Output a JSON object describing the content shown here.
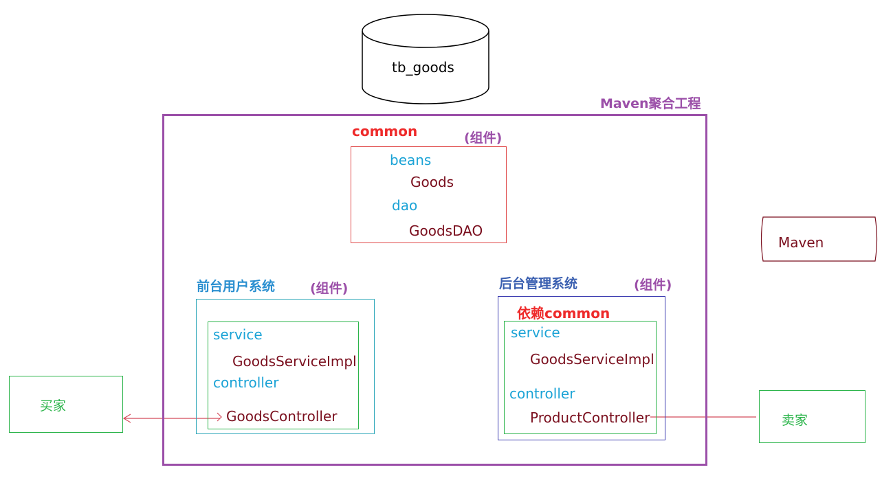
{
  "database": {
    "label": "tb_goods"
  },
  "maven_node": {
    "label": "Maven"
  },
  "aggregate": {
    "title": "Maven聚合工程"
  },
  "common": {
    "title": "common",
    "tag": "(组件)",
    "packages": [
      {
        "name": "beans",
        "classes": [
          "Goods"
        ]
      },
      {
        "name": "dao",
        "classes": [
          "GoodsDAO"
        ]
      }
    ]
  },
  "frontend": {
    "title": "前台用户系统",
    "tag": "(组件)",
    "packages": [
      {
        "name": "service",
        "classes": [
          "GoodsServiceImpl"
        ]
      },
      {
        "name": "controller",
        "classes": [
          "GoodsController"
        ]
      }
    ]
  },
  "backend": {
    "title": "后台管理系统",
    "tag": "(组件)",
    "dependency": "依赖common",
    "packages": [
      {
        "name": "service",
        "classes": [
          "GoodsServiceImpl"
        ]
      },
      {
        "name": "controller",
        "classes": [
          "ProductController"
        ]
      }
    ]
  },
  "buyer": {
    "label": "买家"
  },
  "seller": {
    "label": "卖家"
  },
  "colors": {
    "aggregate_border": "#9b4fa8",
    "common_border": "#e04a4a",
    "frontend_border": "#2aa6b8",
    "backend_border": "#3a3ab0",
    "inner_border": "#2bb44a",
    "connector": "#d44a5a"
  }
}
